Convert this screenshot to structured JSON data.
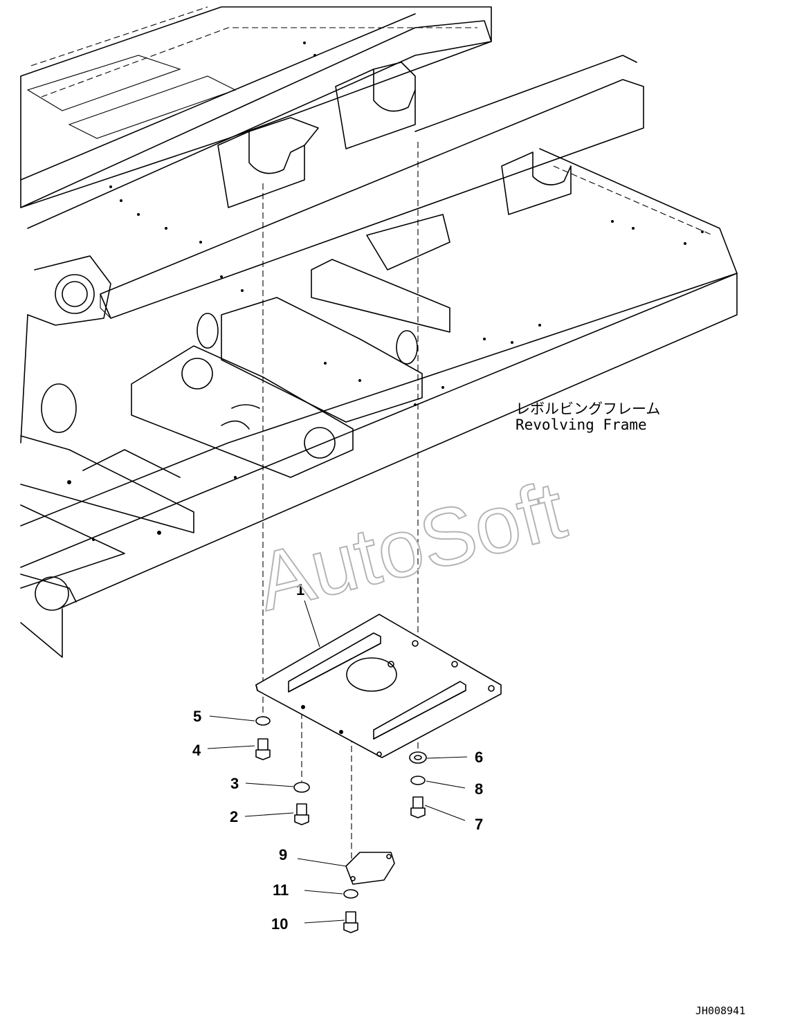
{
  "frame_label": {
    "japanese": "レボルビングフレーム",
    "english": "Revolving Frame"
  },
  "watermark": "AutoSoft",
  "drawing_code": "JH008941",
  "callouts": [
    {
      "number": "1"
    },
    {
      "number": "2"
    },
    {
      "number": "3"
    },
    {
      "number": "4"
    },
    {
      "number": "5"
    },
    {
      "number": "6"
    },
    {
      "number": "7"
    },
    {
      "number": "8"
    },
    {
      "number": "9"
    },
    {
      "number": "10"
    },
    {
      "number": "11"
    }
  ],
  "colors": {
    "line": "#000000",
    "background": "#ffffff",
    "watermark": "#b4b4b4"
  }
}
